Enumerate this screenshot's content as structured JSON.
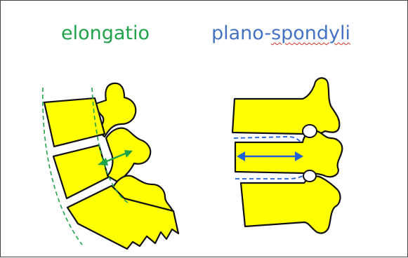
{
  "labels": {
    "left_title": "elongatio",
    "right_title_prefix": "plano-",
    "right_title_flagged": "spondyli"
  },
  "colors": {
    "left_title": "#1fa34a",
    "right_title": "#4472c4",
    "bone_fill": "#ffff00",
    "bone_outline": "#111111",
    "elongation_marks": "#1fa34a",
    "plano_marks": "#1f5fd8",
    "spellcheck_underline": "#d93025"
  },
  "icons": {
    "left_arrow": "double-headed-arrow",
    "right_arrow": "double-headed-arrow"
  }
}
